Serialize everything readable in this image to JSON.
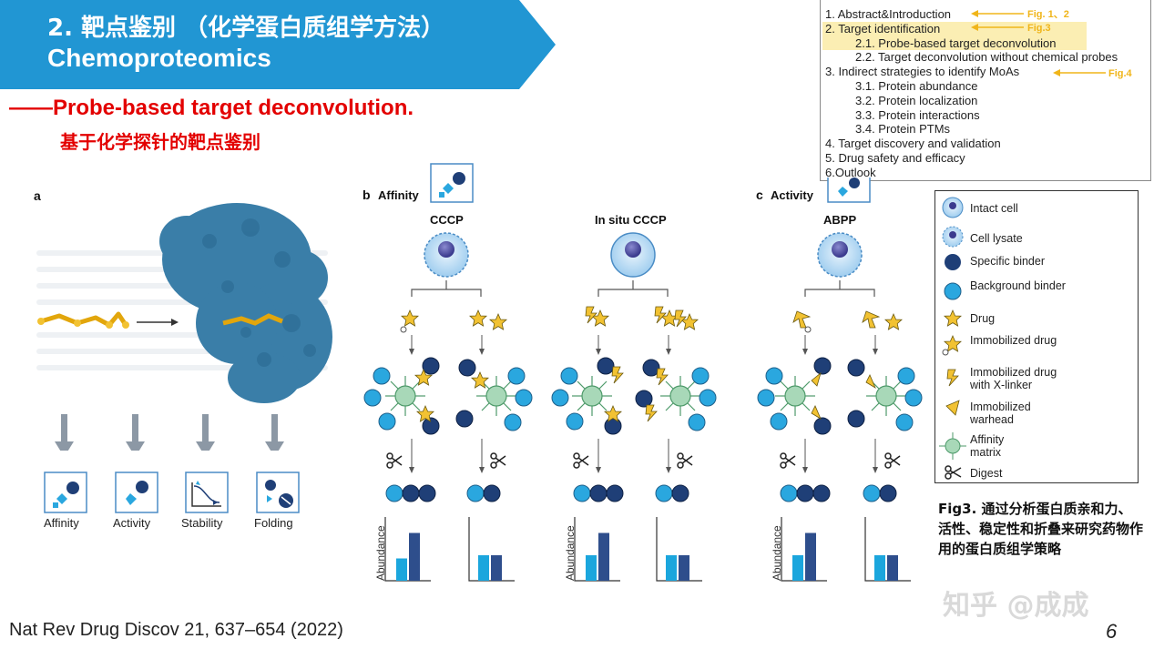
{
  "header": {
    "title_line1": "2. 靶点鉴别  （化学蛋白质组学方法）",
    "title_line2": "Chemoproteomics",
    "subtitle_en": "——Probe-based target deconvolution.",
    "subtitle_zh": "基于化学探针的靶点鉴别",
    "banner_color": "#2196d3"
  },
  "outline": {
    "items": [
      {
        "text": "1. Abstract&Introduction",
        "note": "Fig. 1、2"
      },
      {
        "text": "2. Target identification",
        "note": "Fig.3"
      },
      {
        "text": "2.1. Probe-based target deconvolution",
        "note": ""
      },
      {
        "text": "2.2. Target deconvolution without chemical probes",
        "note": ""
      },
      {
        "text": "3. Indirect strategies to identify MoAs",
        "note": "Fig.4"
      },
      {
        "text": "3.1. Protein abundance",
        "note": ""
      },
      {
        "text": "3.2. Protein localization",
        "note": ""
      },
      {
        "text": "3.3. Protein interactions",
        "note": ""
      },
      {
        "text": "3.4. Protein PTMs",
        "note": ""
      },
      {
        "text": "4. Target discovery and validation",
        "note": ""
      },
      {
        "text": "5. Drug safety and efficacy",
        "note": ""
      },
      {
        "text": "6.Outlook",
        "note": ""
      }
    ],
    "highlight_color": "#fbeeb3",
    "note_color": "#f0b51a"
  },
  "figure": {
    "panel_a": {
      "label": "a",
      "modes": [
        "Affinity",
        "Activity",
        "Stability",
        "Folding"
      ]
    },
    "panel_b": {
      "label": "b",
      "title": "Affinity",
      "columns": [
        "CCCP",
        "In situ CCCP"
      ]
    },
    "panel_c": {
      "label": "c",
      "title": "Activity",
      "columns": [
        "ABPP"
      ]
    },
    "axis_label": "Abundance",
    "legend": [
      {
        "icon": "intact-cell",
        "text": "Intact cell"
      },
      {
        "icon": "cell-lysate",
        "text": "Cell lysate"
      },
      {
        "icon": "specific-binder",
        "text": "Specific binder"
      },
      {
        "icon": "background-binder",
        "text": "Background binder"
      },
      {
        "icon": "drug",
        "text": "Drug"
      },
      {
        "icon": "immobilized-drug",
        "text": "Immobilized drug"
      },
      {
        "icon": "immobilized-drug-xlinker",
        "text": "Immobilized drug with X-linker"
      },
      {
        "icon": "immobilized-warhead",
        "text": "Immobilized warhead"
      },
      {
        "icon": "affinity-matrix",
        "text": "Affinity matrix"
      },
      {
        "icon": "digest",
        "text": "Digest"
      }
    ],
    "colors": {
      "protein": "#3a7ea8",
      "drug": "#f2c232",
      "specific_binder": "#1f3f77",
      "background_binder": "#2aa7df",
      "matrix": "#a8d8b8",
      "bar_light": "#1ba6dd",
      "bar_dark": "#2e4e8c"
    },
    "bar_values": {
      "ccc_drug": [
        0.35,
        0.75
      ],
      "ccc_control": [
        0.4,
        0.4
      ],
      "insitu_drug": [
        0.4,
        0.75
      ],
      "insitu_control": [
        0.4,
        0.4
      ],
      "abpp_drug": [
        0.4,
        0.75
      ],
      "abpp_control": [
        0.4,
        0.4
      ]
    }
  },
  "caption": "Fig3. 通过分析蛋白质亲和力、活性、稳定性和折叠来研究药物作用的蛋白质组学策略",
  "citation": "Nat Rev Drug Discov 21, 637–654 (2022)",
  "page_number": "6",
  "watermark": "知乎 @成成"
}
